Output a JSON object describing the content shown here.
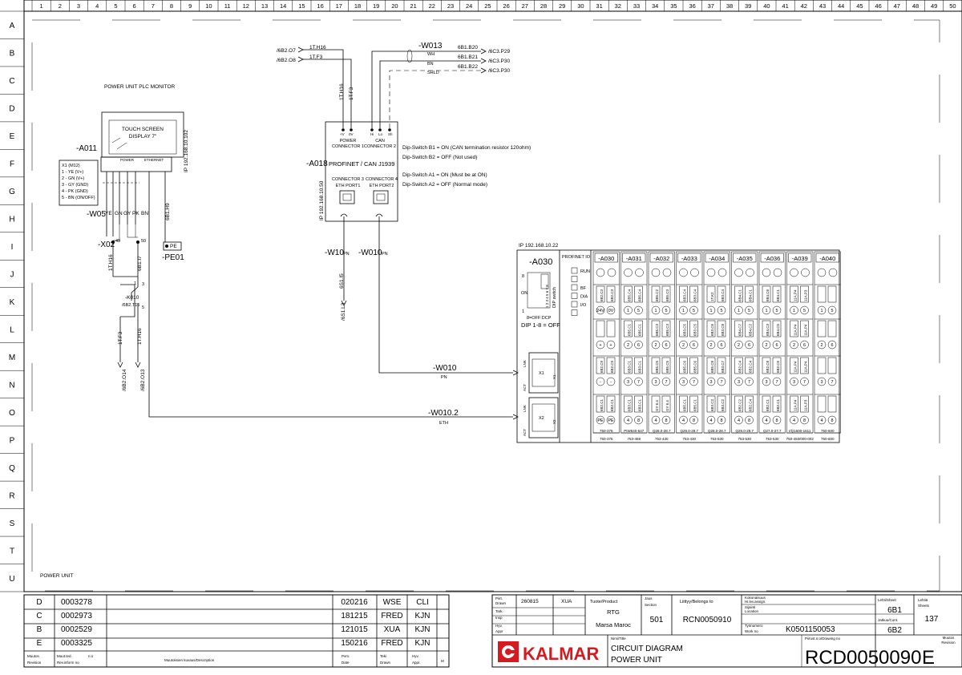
{
  "grid": {
    "columns": [
      "1",
      "2",
      "3",
      "4",
      "5",
      "6",
      "7",
      "8",
      "9",
      "10",
      "11",
      "12",
      "13",
      "14",
      "15",
      "16",
      "17",
      "18",
      "19",
      "20",
      "21",
      "22",
      "23",
      "24",
      "25",
      "26",
      "27",
      "28",
      "29",
      "30",
      "31",
      "32",
      "33",
      "34",
      "35",
      "36",
      "37",
      "38",
      "39",
      "40",
      "41",
      "42",
      "43",
      "44",
      "45",
      "46",
      "47",
      "48",
      "49",
      "50"
    ],
    "rows": [
      "A",
      "B",
      "C",
      "D",
      "E",
      "F",
      "G",
      "H",
      "I",
      "J",
      "K",
      "L",
      "M",
      "N",
      "O",
      "P",
      "Q",
      "R",
      "S",
      "T",
      "U"
    ]
  },
  "monitor": {
    "section_title": "POWER UNIT PLC MONITOR",
    "screen_line1": "TOUCH SCREEN",
    "screen_line2": "DISPLAY 7\"",
    "ip": "IP 192.168.10.102",
    "ref": "-A011",
    "port_power": "POWER",
    "port_ethernet": "ETHERNET",
    "x1_title": "X1 (M12)",
    "x1_pins": [
      "1 - YE (V+)",
      "2 - GN (V+)",
      "3 - GY (GND)",
      "4 - PK (GND)",
      "5 - BN (ON/OFF)"
    ],
    "cable_ref": "-W05",
    "wire_colors": [
      "YE",
      "GN",
      "GY",
      "PK",
      "BN"
    ],
    "terminal_ref": "-X02",
    "terminal_49": "49",
    "terminal_50": "50",
    "wire_a": "1T.H16",
    "wire_b": "6B1.I7",
    "wire_c": "6B1.H9",
    "pe_label": "PE",
    "pe_ref": "-PE01",
    "relay_ref": "-K010",
    "relay_sub": "/6B2.T15",
    "relay_pin_1": "1",
    "relay_pin_3": "3",
    "relay_pin_5": "5",
    "down_wire_1": "1T.F3",
    "down_wire_2": "1T.H16",
    "down_ref_1": "/6B2.O14",
    "down_ref_2": "/6B2.O13",
    "section_footer": "POWER UNIT"
  },
  "gateway": {
    "ref": "-A018",
    "title": "PROFINET / CAN J1939",
    "ip": "IP 192.168.10.50",
    "in_ref_1": "/6B2.O7",
    "in_ref_2": "/6B2.O8",
    "in_wire_1": "1T.H16",
    "in_wire_2": "1T.F3",
    "vert_wire_1": "1T.H16",
    "vert_wire_2": "1T.F3",
    "pin_v": "+V",
    "pin_0v": "0V",
    "pin_hi": "Hi",
    "pin_lo": "Lo",
    "pin_sh": "Sh",
    "conn1_line1": "POWER",
    "conn1_line2": "CONNECTOR 1",
    "conn2_line1": "CAN",
    "conn2_line2": "CONNECTOR 2",
    "conn3_line1": "CONNECTOR 3",
    "conn3_line2": "ETH PORT1",
    "conn4_line1": "CONNECTOR 4",
    "conn4_line2": "ETH PORT2",
    "notes": [
      "Dip-Switch B1 = ON (CAN termination resistor 120ohm)",
      "Dip-Switch B2 = OFF (Not used)",
      "Dip-Switch A1 = ON (Must be at ON)",
      "Dip-Switch A2 = OFF (Normal mode)"
    ],
    "can_cable": "-W013",
    "can_wh": "WH",
    "can_bn": "BN",
    "can_shld": "SHLD",
    "can_src": [
      "6B1.B20",
      "6B1.B21",
      "6B1.B22"
    ],
    "can_dst": [
      "/6C3.P29",
      "/6C3.P30",
      "/6C3.P30"
    ],
    "cable_w10": "-W10",
    "cable_w10_sub": "PN",
    "cable_w010": "-W010",
    "cable_w010_sub": "PN",
    "lower_wire": "6S1.I5",
    "lower_ref": "/6S1.L3"
  },
  "plc": {
    "ip": "IP 192.168.10.22",
    "ref": "-A030",
    "profinet_label": "PROFINET IO",
    "leds": [
      "RUN",
      "",
      "BF",
      "DIA",
      "I/O",
      ""
    ],
    "dip_on": "ON",
    "dip_8": "8",
    "dip_1": "1",
    "dip_nums": "1 2 3 4 5 6 7 8",
    "dip_switch_label": "DIP switch",
    "dip_off_dcp": "8=OFF:DCP",
    "dip_note": "DIP 1-8 = OFF",
    "port_lnk": "LNK",
    "port_act": "ACT",
    "port_x1": "X1",
    "port_x2": "X2",
    "cable_upper": "-W010",
    "cable_upper_sub": "PN",
    "cable_lower": "-W010.2",
    "cable_lower_sub": "ETH",
    "modules": [
      {
        "ref": "-A030",
        "r1": [
          "6B2.C3",
          "6B2.C3"
        ],
        "r2": [
          "",
          ""
        ],
        "r3": [
          "6B2.C9",
          "6B2.C9"
        ],
        "r4": [
          "6B2.C1",
          "6B2.C1"
        ],
        "n1": [
          "24V",
          "0V"
        ],
        "n2": [
          "+",
          "+"
        ],
        "n3": [
          "-",
          "-"
        ],
        "n4": [
          "PE",
          "PE"
        ],
        "part": "750-375"
      },
      {
        "ref": "-A031",
        "r1": [
          "6B5.C4",
          "6B5.C4"
        ],
        "r2": [
          "6B5.C1",
          "6B5.C1"
        ],
        "r3": [
          "6B3.C1",
          "6B3.C1"
        ],
        "r4": [
          "6B3.C1",
          "6B3.C1"
        ],
        "n1": [
          "1",
          "5"
        ],
        "n2": [
          "2",
          "6"
        ],
        "n3": [
          "3",
          "7"
        ],
        "n4": [
          "4",
          "8"
        ],
        "part": "PIW640-647"
      },
      {
        "ref": "-A032",
        "r1": [
          "6B5.C2",
          "6B5.C3"
        ],
        "r2": [
          "6B5.C3",
          "6B5.C3"
        ],
        "r3": [
          "6B5.C5",
          "6B5.C5"
        ],
        "r4": [
          "GY 6.4",
          "GY 6.4"
        ],
        "n1": [
          "1",
          "5"
        ],
        "n2": [
          "2",
          "6"
        ],
        "n3": [
          "3",
          "7"
        ],
        "n4": [
          "4",
          "8"
        ],
        "part": "Q28.0-28.7"
      },
      {
        "ref": "-A033",
        "r1": [
          "6B3.C4",
          "6B3.C4"
        ],
        "r2": [
          "6B3.C5",
          "6B3.C5"
        ],
        "r3": [
          "6B5.C6",
          "6B5.C6"
        ],
        "r4": [
          "6B5.C1",
          "6B5.C1"
        ],
        "n1": [
          "1",
          "5"
        ],
        "n2": [
          "2",
          "6"
        ],
        "n3": [
          "3",
          "7"
        ],
        "n4": [
          "4",
          "8"
        ],
        "part": "Q29.0-29.7"
      },
      {
        "ref": "-A034",
        "r1": [
          "1T.K2",
          "6B3.C4"
        ],
        "r2": [
          "6B3.C6",
          "6B3.C8"
        ],
        "r3": [
          "6B5.C8",
          "6B3.C7"
        ],
        "r4": [
          "6B3.C2",
          "6B3.C2"
        ],
        "n1": [
          "1",
          "5"
        ],
        "n2": [
          "2",
          "6"
        ],
        "n3": [
          "3",
          "7"
        ],
        "n4": [
          "4",
          "8"
        ],
        "part": "Q28.0-28.7"
      },
      {
        "ref": "-A035",
        "r1": [
          "6B4.C1",
          "6B4.C1"
        ],
        "r2": [
          "6B4.C7",
          "6B4.C2"
        ],
        "r3": [
          "6B2.C4",
          "6B2.C4"
        ],
        "r4": [
          "6B2.C2",
          "6B2.C4"
        ],
        "n1": [
          "1",
          "5"
        ],
        "n2": [
          "2",
          "6"
        ],
        "n3": [
          "3",
          "7"
        ],
        "n4": [
          "4",
          "8"
        ],
        "part": "Q29.0-29.7"
      },
      {
        "ref": "-A036",
        "r1": [
          "6B4.C6",
          "6B4.C1"
        ],
        "r2": [
          "6B4.C3",
          "6B4.C5"
        ],
        "r3": [
          "6B2.C8",
          "6B2.C5"
        ],
        "r4": [
          "6B2.C1",
          "6B2.C1"
        ],
        "n1": [
          "1",
          "5"
        ],
        "n2": [
          "2",
          "6"
        ],
        "n3": [
          "3",
          "7"
        ],
        "n4": [
          "4",
          "8"
        ],
        "part": "Q27.0-27.7"
      },
      {
        "ref": "-A039",
        "r1": [
          "11A.P4",
          "11A.P3"
        ],
        "r2": [
          "11A.P4",
          "11A.P4"
        ],
        "r3": [
          "11A.P4",
          "11A.P4"
        ],
        "r4": [
          "11A.P4",
          "11A.P3"
        ],
        "n1": [
          "1",
          "5"
        ],
        "n2": [
          "2",
          "6"
        ],
        "n3": [
          "3",
          "7"
        ],
        "n4": [
          "4",
          "8"
        ],
        "part": "I/Q1600-1611"
      },
      {
        "ref": "-A040",
        "r1": [
          "",
          ""
        ],
        "r2": [
          "",
          ""
        ],
        "r3": [
          "",
          ""
        ],
        "r4": [
          "",
          ""
        ],
        "n1": [
          "1",
          "5"
        ],
        "n2": [
          "2",
          "6"
        ],
        "n3": [
          "3",
          "7"
        ],
        "n4": [
          "4",
          "8"
        ],
        "part": "750-600"
      }
    ],
    "part_row": [
      "750-375",
      "753-459",
      "753-430",
      "753-430",
      "753-530",
      "753-530",
      "753-530",
      "750-493/000-002",
      "750-600"
    ]
  },
  "revisions": {
    "rows": [
      {
        "rev": "D",
        "no": "0003278",
        "desc": "",
        "date": "020216",
        "drawn": "WSE",
        "appr": "CLI",
        "m": ""
      },
      {
        "rev": "C",
        "no": "0002973",
        "desc": "",
        "date": "181215",
        "drawn": "FRED",
        "appr": "KJN",
        "m": ""
      },
      {
        "rev": "B",
        "no": "0002529",
        "desc": "",
        "date": "121015",
        "drawn": "XUA",
        "appr": "KJN",
        "m": ""
      },
      {
        "rev": "E",
        "no": "0003325",
        "desc": "",
        "date": "150216",
        "drawn": "FRED",
        "appr": "KJN",
        "m": ""
      }
    ],
    "h_rev1": "Muutos",
    "h_rev2": "Revision",
    "h_no1": "Muut.ted.",
    "h_no_n": "n:o",
    "h_no2": "Rev.inform no",
    "h_desc": "Muutoksien kuvaus/Description",
    "h_date1": "Pvm.",
    "h_date2": "Date",
    "h_drawn1": "Teki",
    "h_drawn2": "Drawn",
    "h_appr1": "Hyv.",
    "h_appr2": "Appr.",
    "h_m": "M"
  },
  "titleblock": {
    "piirt_l1": "Piirt.",
    "piirt_l2": "Drawn",
    "tark_l1": "Tark.",
    "tark_l2": "Insp",
    "hyv_l1": "Hyv.",
    "hyv_l2": "Appr",
    "drawn_date": "260815",
    "drawn_by": "XUA",
    "product_label": "Tuote/Product",
    "product": "RTG",
    "customer": "Marsa Maroc",
    "section_label1": "Jaos",
    "section_label2": "Section",
    "section": "501",
    "belongs_label": "Liittyy/Belongs to",
    "belongs": "RCN0050910",
    "assign_label1": "Kokonaisuus",
    "assign_label2": "Hi.lev.assign.",
    "location_label1": "Sijainti",
    "location_label2": "Location",
    "work_label1": "Työnumero",
    "work_label2": "Work no",
    "work_no": "K0501150053",
    "sheet_label1": "Lehti/Sheet",
    "sheet_label2": "Lehtiä",
    "sheet_label3": "Sheets",
    "sheet": "6B1",
    "sheets": "137",
    "cont_label": "Jatkuu/Cont.",
    "cont": "6B2",
    "logo": "KALMAR",
    "name_label": "Nimi/Title",
    "title1": "CIRCUIT DIAGRAM",
    "title2": "POWER UNIT",
    "drawing_label": "Piirust.n:o/Drawing no",
    "drawing_no": "RCD0050090",
    "drawing_rev": "E",
    "rev_label1": "Muutos",
    "rev_label2": "Revision"
  },
  "colors": {
    "ink": "#000000",
    "logo": "#d71920",
    "paper": "#ffffff"
  }
}
